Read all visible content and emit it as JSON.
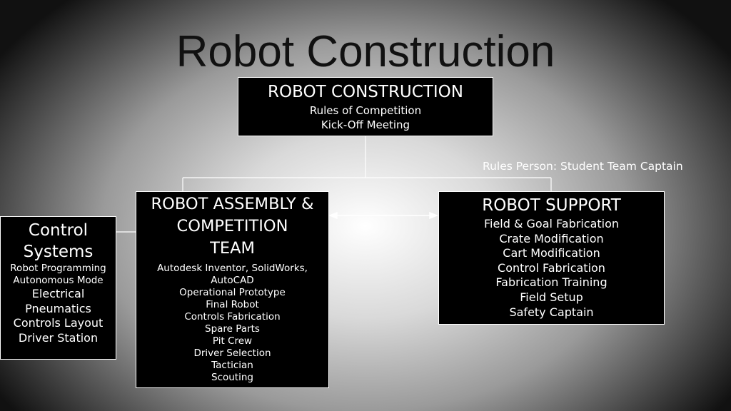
{
  "title": "Robot Construction",
  "top_box": {
    "header": "ROBOT CONSTRUCTION",
    "items": [
      "Rules of Competition",
      "Kick-Off Meeting"
    ]
  },
  "rules_note": "Rules Person:  Student Team Captain",
  "assembly_box": {
    "header_lines": [
      "ROBOT ASSEMBLY &",
      "COMPETITION",
      "TEAM"
    ],
    "items": [
      "Autodesk Inventor, SolidWorks,",
      "AutoCAD",
      "Operational Prototype",
      "Final Robot",
      "Controls Fabrication",
      "Spare Parts",
      "Pit Crew",
      "Driver Selection",
      "Tactician",
      "Scouting"
    ]
  },
  "support_box": {
    "header": "ROBOT SUPPORT",
    "items": [
      "Field & Goal Fabrication",
      "Crate Modification",
      "Cart Modification",
      "Control Fabrication",
      "Fabrication Training",
      "Field Setup",
      "Safety Captain"
    ]
  },
  "control_box": {
    "header_lines": [
      "Control",
      "Systems"
    ],
    "small_items": [
      "Robot Programming",
      "Autonomous Mode"
    ],
    "big_items": [
      "Electrical",
      "Pneumatics",
      "Controls Layout",
      "Driver Station"
    ]
  },
  "colors": {
    "box_bg": "#000000",
    "box_text": "#ffffff",
    "connector": "#ffffff",
    "title": "#111111"
  }
}
